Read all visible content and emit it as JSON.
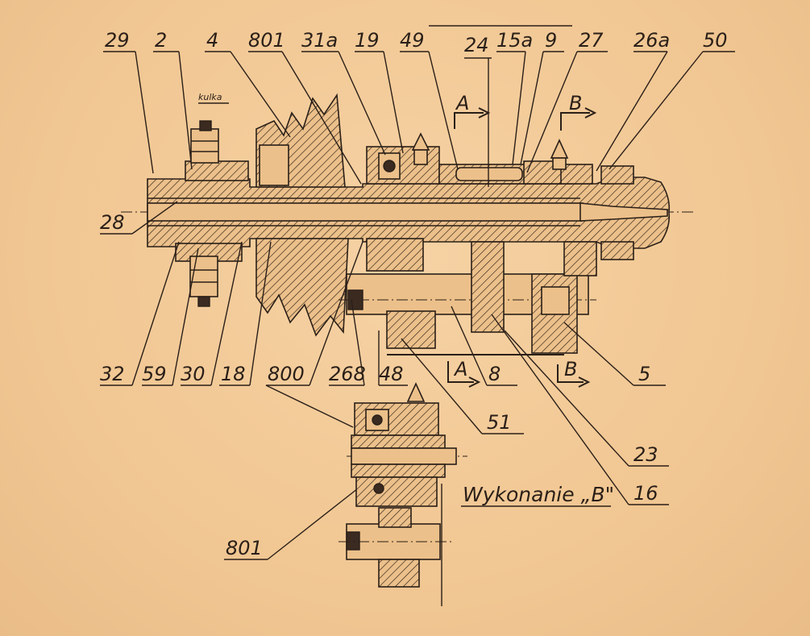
{
  "callouts_top": [
    "29",
    "2",
    "4",
    "801",
    "31a",
    "19",
    "49",
    "24",
    "15a",
    "9",
    "27",
    "26a",
    "50"
  ],
  "callouts_bottom": [
    "32",
    "59",
    "30",
    "18",
    "800",
    "268",
    "48",
    "8",
    "5"
  ],
  "callouts_side": [
    "28",
    "51",
    "23",
    "16"
  ],
  "detail_callout": "801",
  "section_marks": [
    "A",
    "B",
    "A",
    "B"
  ],
  "small_label": "kulka",
  "detail_title": "Wykonanie „B\""
}
